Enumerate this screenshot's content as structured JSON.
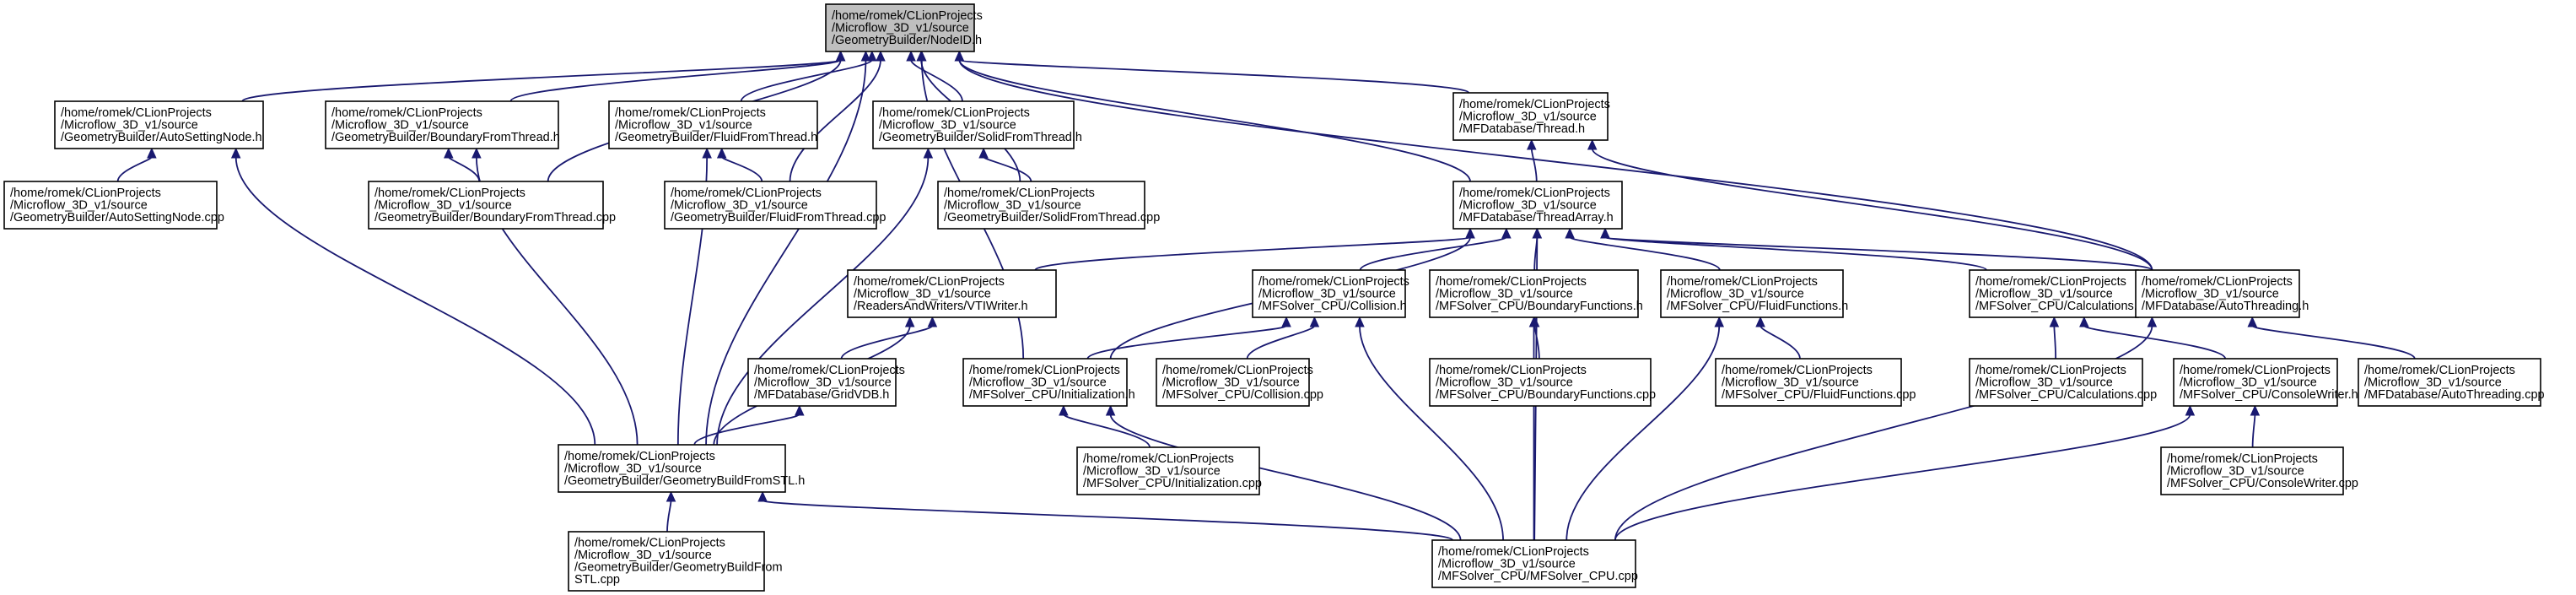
{
  "graph": {
    "nodes": [
      {
        "id": "nodeid_h",
        "lines": [
          "/home/romek/CLionProjects",
          "/Microflow_3D_v1/source",
          "/GeometryBuilder/NodeID.h"
        ],
        "fill": "#bfbfbf"
      },
      {
        "id": "autosettingnode_h",
        "lines": [
          "/home/romek/CLionProjects",
          "/Microflow_3D_v1/source",
          "/GeometryBuilder/AutoSettingNode.h"
        ]
      },
      {
        "id": "autosettingnode_cpp",
        "lines": [
          "/home/romek/CLionProjects",
          "/Microflow_3D_v1/source",
          "/GeometryBuilder/AutoSettingNode.cpp"
        ]
      },
      {
        "id": "boundaryfromthread_h",
        "lines": [
          "/home/romek/CLionProjects",
          "/Microflow_3D_v1/source",
          "/GeometryBuilder/BoundaryFromThread.h"
        ]
      },
      {
        "id": "boundaryfromthread_cpp",
        "lines": [
          "/home/romek/CLionProjects",
          "/Microflow_3D_v1/source",
          "/GeometryBuilder/BoundaryFromThread.cpp"
        ]
      },
      {
        "id": "fluidfromthread_h",
        "lines": [
          "/home/romek/CLionProjects",
          "/Microflow_3D_v1/source",
          "/GeometryBuilder/FluidFromThread.h"
        ]
      },
      {
        "id": "fluidfromthread_cpp",
        "lines": [
          "/home/romek/CLionProjects",
          "/Microflow_3D_v1/source",
          "/GeometryBuilder/FluidFromThread.cpp"
        ]
      },
      {
        "id": "solidfromthread_h",
        "lines": [
          "/home/romek/CLionProjects",
          "/Microflow_3D_v1/source",
          "/GeometryBuilder/SolidFromThread.h"
        ]
      },
      {
        "id": "solidfromthread_cpp",
        "lines": [
          "/home/romek/CLionProjects",
          "/Microflow_3D_v1/source",
          "/GeometryBuilder/SolidFromThread.cpp"
        ]
      },
      {
        "id": "thread_h",
        "lines": [
          "/home/romek/CLionProjects",
          "/Microflow_3D_v1/source",
          "/MFDatabase/Thread.h"
        ]
      },
      {
        "id": "threadarray_h",
        "lines": [
          "/home/romek/CLionProjects",
          "/Microflow_3D_v1/source",
          "/MFDatabase/ThreadArray.h"
        ]
      },
      {
        "id": "vtiwriter_h",
        "lines": [
          "/home/romek/CLionProjects",
          "/Microflow_3D_v1/source",
          "/ReadersAndWriters/VTIWriter.h"
        ]
      },
      {
        "id": "gridvdb_h",
        "lines": [
          "/home/romek/CLionProjects",
          "/Microflow_3D_v1/source",
          "/MFDatabase/GridVDB.h"
        ]
      },
      {
        "id": "collision_h",
        "lines": [
          "/home/romek/CLionProjects",
          "/Microflow_3D_v1/source",
          "/MFSolver_CPU/Collision.h"
        ]
      },
      {
        "id": "collision_cpp",
        "lines": [
          "/home/romek/CLionProjects",
          "/Microflow_3D_v1/source",
          "/MFSolver_CPU/Collision.cpp"
        ]
      },
      {
        "id": "initialization_h",
        "lines": [
          "/home/romek/CLionProjects",
          "/Microflow_3D_v1/source",
          "/MFSolver_CPU/Initialization.h"
        ]
      },
      {
        "id": "initialization_cpp",
        "lines": [
          "/home/romek/CLionProjects",
          "/Microflow_3D_v1/source",
          "/MFSolver_CPU/Initialization.cpp"
        ]
      },
      {
        "id": "boundaryfunctions_h",
        "lines": [
          "/home/romek/CLionProjects",
          "/Microflow_3D_v1/source",
          "/MFSolver_CPU/BoundaryFunctions.h"
        ]
      },
      {
        "id": "boundaryfunctions_cpp",
        "lines": [
          "/home/romek/CLionProjects",
          "/Microflow_3D_v1/source",
          "/MFSolver_CPU/BoundaryFunctions.cpp"
        ]
      },
      {
        "id": "fluidfunctions_h",
        "lines": [
          "/home/romek/CLionProjects",
          "/Microflow_3D_v1/source",
          "/MFSolver_CPU/FluidFunctions.h"
        ]
      },
      {
        "id": "fluidfunctions_cpp",
        "lines": [
          "/home/romek/CLionProjects",
          "/Microflow_3D_v1/source",
          "/MFSolver_CPU/FluidFunctions.cpp"
        ]
      },
      {
        "id": "calculations_h",
        "lines": [
          "/home/romek/CLionProjects",
          "/Microflow_3D_v1/source",
          "/MFSolver_CPU/Calculations.h"
        ]
      },
      {
        "id": "calculations_cpp",
        "lines": [
          "/home/romek/CLionProjects",
          "/Microflow_3D_v1/source",
          "/MFSolver_CPU/Calculations.cpp"
        ]
      },
      {
        "id": "consolewriter_h",
        "lines": [
          "/home/romek/CLionProjects",
          "/Microflow_3D_v1/source",
          "/MFSolver_CPU/ConsoleWriter.h"
        ]
      },
      {
        "id": "consolewriter_cpp",
        "lines": [
          "/home/romek/CLionProjects",
          "/Microflow_3D_v1/source",
          "/MFSolver_CPU/ConsoleWriter.cpp"
        ]
      },
      {
        "id": "autothreading_h",
        "lines": [
          "/home/romek/CLionProjects",
          "/Microflow_3D_v1/source",
          "/MFDatabase/AutoThreading.h"
        ]
      },
      {
        "id": "autothreading_cpp",
        "lines": [
          "/home/romek/CLionProjects",
          "/Microflow_3D_v1/source",
          "/MFDatabase/AutoThreading.cpp"
        ]
      },
      {
        "id": "geometrybuildfromstl_h",
        "lines": [
          "/home/romek/CLionProjects",
          "/Microflow_3D_v1/source",
          "/GeometryBuilder/GeometryBuildFromSTL.h"
        ]
      },
      {
        "id": "geometrybuildfromstl_cpp",
        "lines": [
          "/home/romek/CLionProjects",
          "/Microflow_3D_v1/source",
          "/GeometryBuilder/GeometryBuildFrom",
          "STL.cpp"
        ]
      },
      {
        "id": "mfsolver_cpu_cpp",
        "lines": [
          "/home/romek/CLionProjects",
          "/Microflow_3D_v1/source",
          "/MFSolver_CPU/MFSolver_CPU.cpp"
        ]
      }
    ],
    "edges": [
      {
        "from": "autosettingnode_h",
        "to": "nodeid_h"
      },
      {
        "from": "boundaryfromthread_h",
        "to": "nodeid_h"
      },
      {
        "from": "fluidfromthread_h",
        "to": "nodeid_h"
      },
      {
        "from": "solidfromthread_h",
        "to": "nodeid_h"
      },
      {
        "from": "thread_h",
        "to": "nodeid_h"
      },
      {
        "from": "threadarray_h",
        "to": "nodeid_h"
      },
      {
        "from": "autothreading_h",
        "to": "nodeid_h"
      },
      {
        "from": "boundaryfromthread_cpp",
        "to": "nodeid_h"
      },
      {
        "from": "fluidfromthread_cpp",
        "to": "nodeid_h"
      },
      {
        "from": "solidfromthread_cpp",
        "to": "nodeid_h"
      },
      {
        "from": "initialization_h",
        "to": "nodeid_h"
      },
      {
        "from": "geometrybuildfromstl_h",
        "to": "nodeid_h"
      },
      {
        "from": "autosettingnode_cpp",
        "to": "autosettingnode_h"
      },
      {
        "from": "geometrybuildfromstl_h",
        "to": "autosettingnode_h"
      },
      {
        "from": "boundaryfromthread_cpp",
        "to": "boundaryfromthread_h"
      },
      {
        "from": "geometrybuildfromstl_h",
        "to": "boundaryfromthread_h"
      },
      {
        "from": "fluidfromthread_cpp",
        "to": "fluidfromthread_h"
      },
      {
        "from": "geometrybuildfromstl_h",
        "to": "fluidfromthread_h"
      },
      {
        "from": "solidfromthread_cpp",
        "to": "solidfromthread_h"
      },
      {
        "from": "geometrybuildfromstl_h",
        "to": "solidfromthread_h"
      },
      {
        "from": "threadarray_h",
        "to": "thread_h"
      },
      {
        "from": "autothreading_h",
        "to": "thread_h"
      },
      {
        "from": "vtiwriter_h",
        "to": "threadarray_h"
      },
      {
        "from": "collision_h",
        "to": "threadarray_h"
      },
      {
        "from": "initialization_h",
        "to": "threadarray_h"
      },
      {
        "from": "boundaryfunctions_h",
        "to": "threadarray_h"
      },
      {
        "from": "fluidfunctions_h",
        "to": "threadarray_h"
      },
      {
        "from": "calculations_h",
        "to": "threadarray_h"
      },
      {
        "from": "autothreading_h",
        "to": "threadarray_h"
      },
      {
        "from": "mfsolver_cpu_cpp",
        "to": "threadarray_h"
      },
      {
        "from": "gridvdb_h",
        "to": "vtiwriter_h"
      },
      {
        "from": "geometrybuildfromstl_h",
        "to": "vtiwriter_h"
      },
      {
        "from": "geometrybuildfromstl_h",
        "to": "gridvdb_h"
      },
      {
        "from": "initialization_h",
        "to": "collision_h"
      },
      {
        "from": "collision_cpp",
        "to": "collision_h"
      },
      {
        "from": "mfsolver_cpu_cpp",
        "to": "collision_h"
      },
      {
        "from": "initialization_cpp",
        "to": "initialization_h"
      },
      {
        "from": "mfsolver_cpu_cpp",
        "to": "initialization_h"
      },
      {
        "from": "boundaryfunctions_cpp",
        "to": "boundaryfunctions_h"
      },
      {
        "from": "mfsolver_cpu_cpp",
        "to": "boundaryfunctions_h"
      },
      {
        "from": "fluidfunctions_cpp",
        "to": "fluidfunctions_h"
      },
      {
        "from": "mfsolver_cpu_cpp",
        "to": "fluidfunctions_h"
      },
      {
        "from": "calculations_cpp",
        "to": "calculations_h"
      },
      {
        "from": "consolewriter_h",
        "to": "calculations_h"
      },
      {
        "from": "consolewriter_cpp",
        "to": "consolewriter_h"
      },
      {
        "from": "mfsolver_cpu_cpp",
        "to": "consolewriter_h"
      },
      {
        "from": "autothreading_cpp",
        "to": "autothreading_h"
      },
      {
        "from": "mfsolver_cpu_cpp",
        "to": "autothreading_h"
      },
      {
        "from": "geometrybuildfromstl_cpp",
        "to": "geometrybuildfromstl_h"
      },
      {
        "from": "mfsolver_cpu_cpp",
        "to": "geometrybuildfromstl_h"
      }
    ]
  }
}
